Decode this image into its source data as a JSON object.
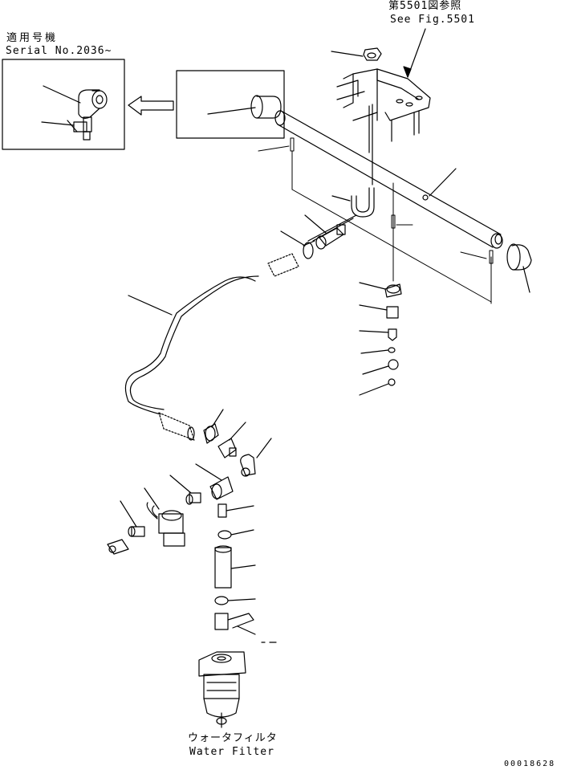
{
  "reference": {
    "ja": "第5501図参照",
    "en": "See Fig.5501"
  },
  "serial": {
    "ja": "適用号機",
    "en": "Serial No.2036~"
  },
  "filter": {
    "ja": "ウォータフィルタ",
    "en": "Water Filter"
  },
  "doc_number": "00018628"
}
